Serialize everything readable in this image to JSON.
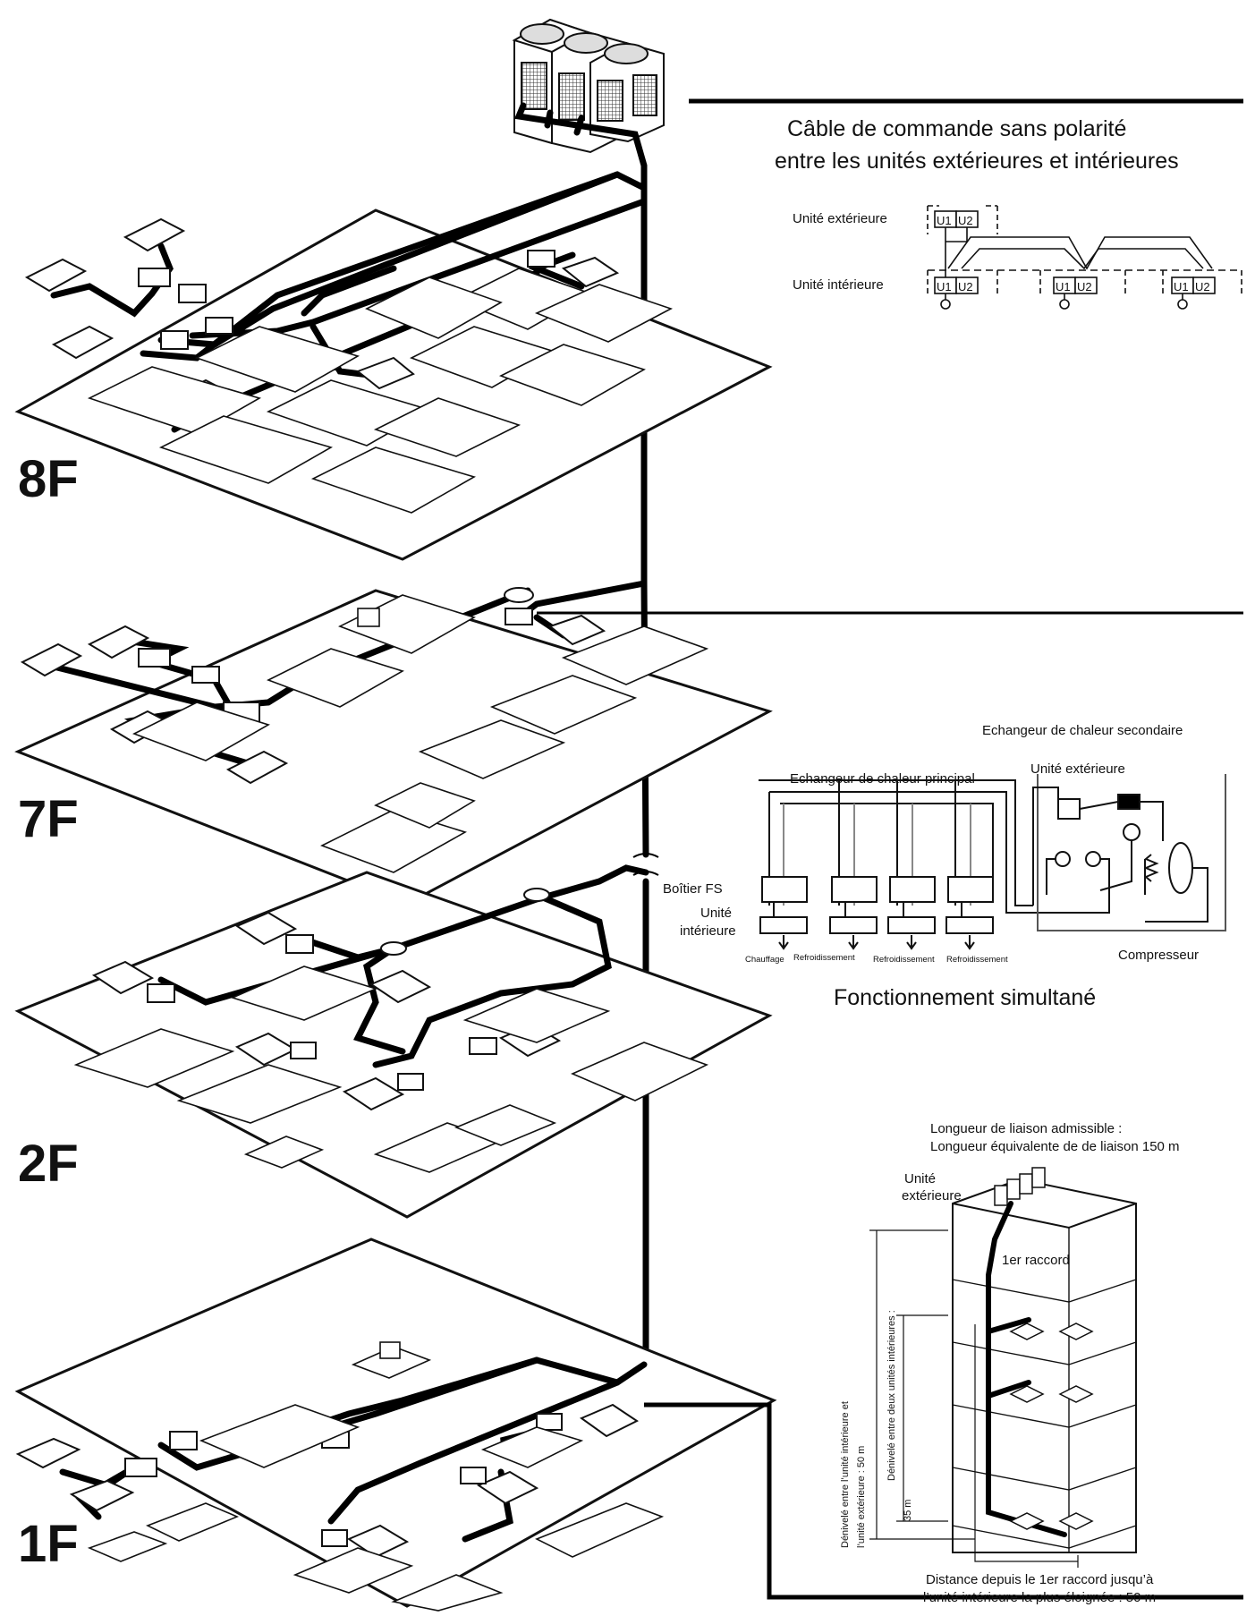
{
  "floors": [
    "8F",
    "7F",
    "2F",
    "1F"
  ],
  "wiring": {
    "title_line1": "Câble de commande sans polarité",
    "title_line2": "entre les unités extérieures et intérieures",
    "outdoor_label": "Unité extérieure",
    "indoor_label": "Unité intérieure",
    "terminal_u1": "U1",
    "terminal_u2": "U2"
  },
  "simultaneous": {
    "secondary_hx": "Echangeur de chaleur secondaire",
    "outdoor_unit": "Unité extérieure",
    "main_hx": "Echangeur de chaleur principal",
    "fs_box": "Boîtier FS",
    "indoor_unit_line1": "Unité",
    "indoor_unit_line2": "intérieure",
    "compressor": "Compresseur",
    "modes": [
      "Chauffage",
      "Refroidissement",
      "Refroidissement",
      "Refroidissement"
    ],
    "caption": "Fonctionnement simultané"
  },
  "piping": {
    "allowed_length_line1": "Longueur de liaison admissible :",
    "allowed_length_line2": "Longueur équivalente de de liaison 150 m",
    "outdoor_line1": "Unité",
    "outdoor_line2": "extérieure",
    "first_joint": "1er raccord",
    "height_outdoor_indoor_line1": "Dénivelé entre l’unité intérieure et",
    "height_outdoor_indoor_line2": "l’unité extérieure : 50 m",
    "height_indoor_indoor_line1": "Dénivelé entre deux unités intérieures :",
    "height_indoor_indoor_line2": "35 m",
    "distance_line1": "Distance depuis le 1er raccord jusqu’à",
    "distance_line2": "l’unité intérieure la plus éloignée : 50 m"
  }
}
